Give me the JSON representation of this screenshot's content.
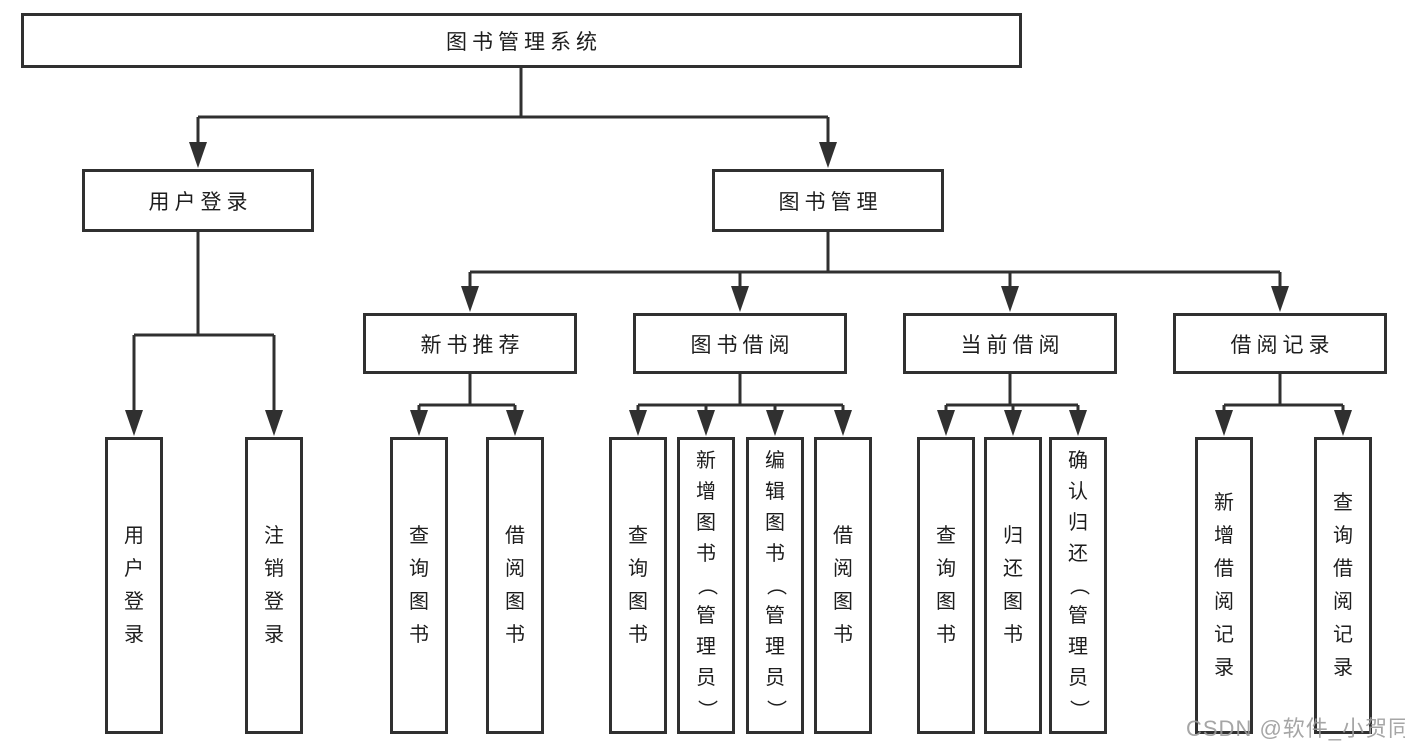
{
  "watermark": "CSDN @软件_小贺同学",
  "colors": {
    "line": "#303030",
    "text": "#1d1d1d",
    "watermark": "#9a9a9a",
    "background": "#ffffff"
  },
  "tree": {
    "label": "图书管理系统",
    "children": [
      {
        "label": "用户登录",
        "children": [
          {
            "label": "用户登录"
          },
          {
            "label": "注销登录"
          }
        ]
      },
      {
        "label": "图书管理",
        "children": [
          {
            "label": "新书推荐",
            "children": [
              {
                "label": "查询图书"
              },
              {
                "label": "借阅图书"
              }
            ]
          },
          {
            "label": "图书借阅",
            "children": [
              {
                "label": "查询图书"
              },
              {
                "label": "新增图书（管理员）"
              },
              {
                "label": "编辑图书（管理员）"
              },
              {
                "label": "借阅图书"
              }
            ]
          },
          {
            "label": "当前借阅",
            "children": [
              {
                "label": "查询图书"
              },
              {
                "label": "归还图书"
              },
              {
                "label": "确认归还（管理员）"
              }
            ]
          },
          {
            "label": "借阅记录",
            "children": [
              {
                "label": "新增借阅记录"
              },
              {
                "label": "查询借阅记录"
              }
            ]
          }
        ]
      }
    ]
  }
}
